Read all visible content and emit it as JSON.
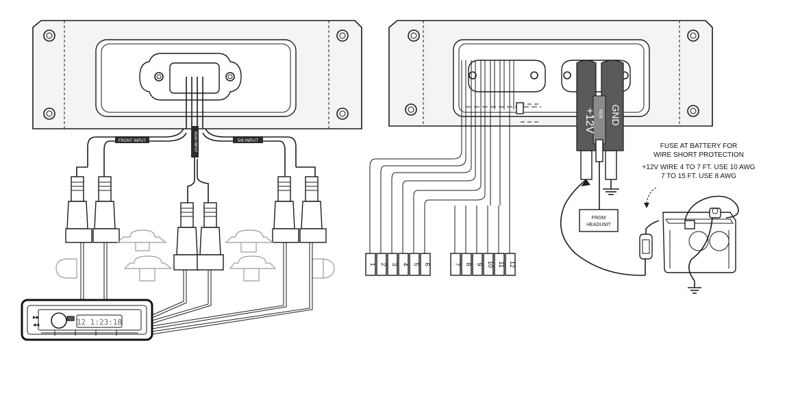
{
  "labels": {
    "front_input": "FRONT INPUT",
    "rear_input": "REAR INPUT",
    "input_56": "5/6 INPUT",
    "plus12v": "+12V",
    "rem": "REM",
    "gnd": "GND",
    "from_headunit_1": "FROM",
    "from_headunit_2": "HEADUNIT",
    "fuse_line1": "FUSE AT BATTERY FOR",
    "fuse_line2": "WIRE SHORT PROTECTION",
    "wire_line1": "+12V WIRE 4 TO 7 FT. USE 10 AWG",
    "wire_line2": "7 TO 15 FT. USE 8 AWG",
    "headunit_display": "12 1:23:18"
  },
  "speaker_wires": [
    "1",
    "2",
    "3",
    "4",
    "5",
    "6",
    "7",
    "8",
    "9",
    "10",
    "11",
    "12"
  ],
  "colors": {
    "line": "#1a1a1a",
    "terminal": "#5a5a5a",
    "panel": "#f4f4f4"
  }
}
